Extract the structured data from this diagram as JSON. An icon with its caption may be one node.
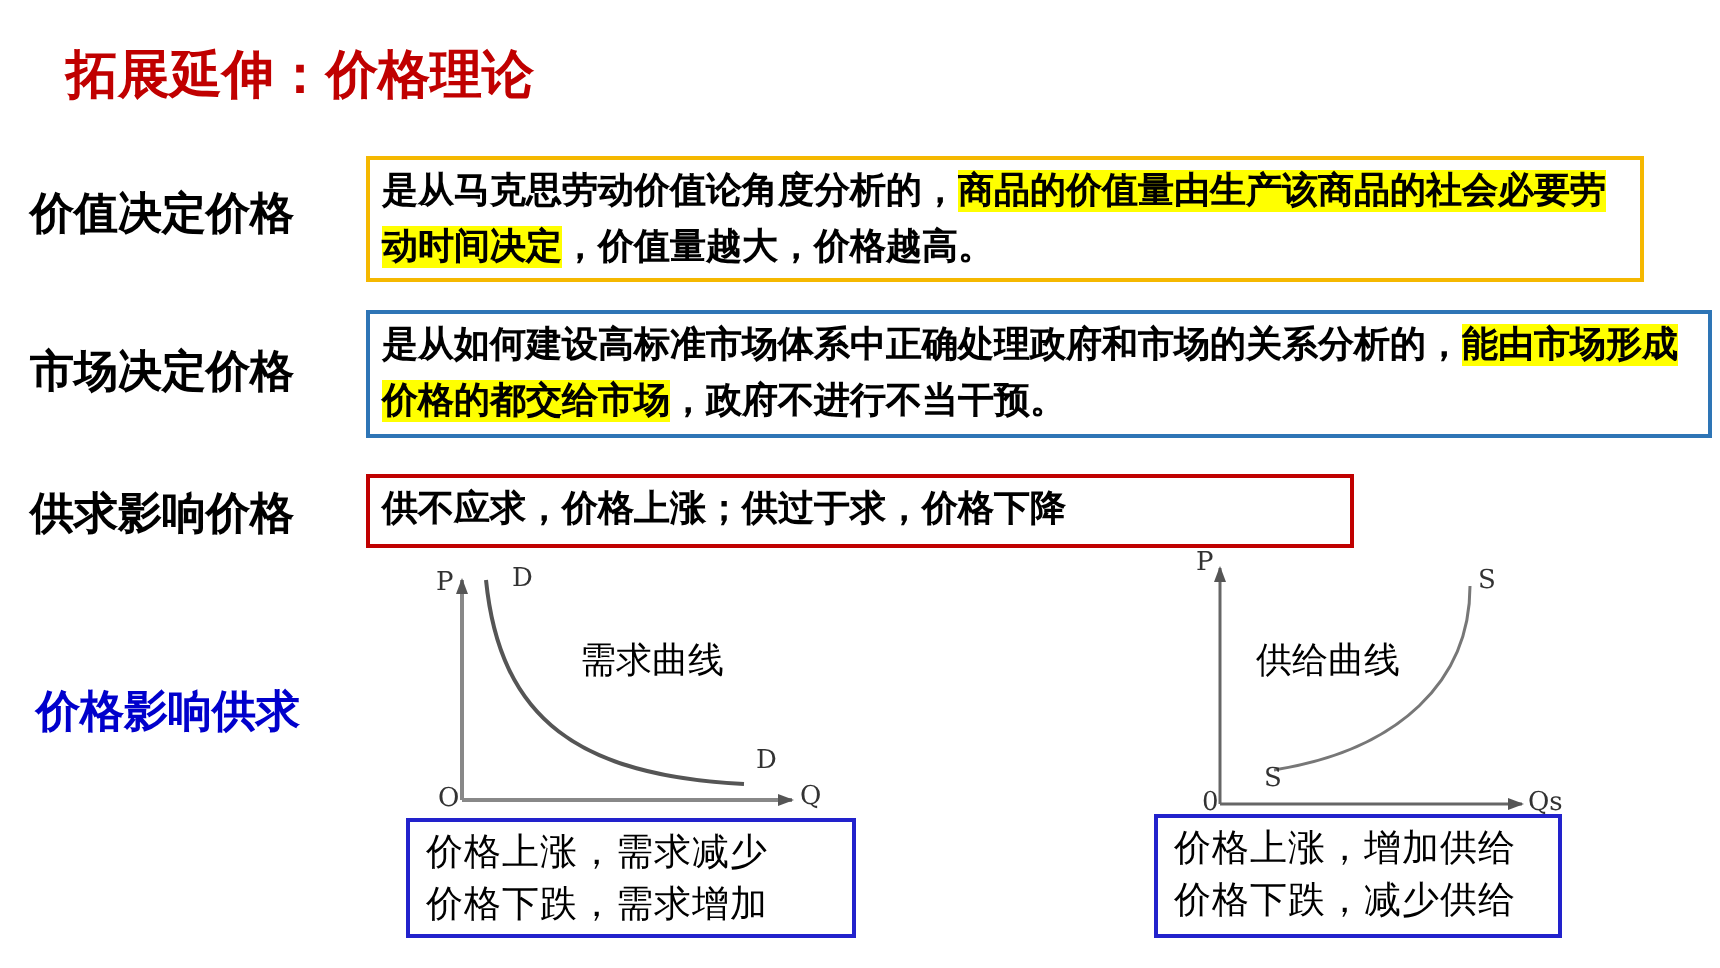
{
  "diagram": {
    "title": "拓展延伸：价格理论",
    "nodes": [
      {
        "text": [
          "是从马克思劳动价值论角度分析的，**商品的价值量由生产该商品的社会必要劳动时间决定**，价值量越大，价格越高。"
        ]
      },
      {
        "text": [
          "是从如何建设高标准市场体系中正确处理政府和市场的关系分析的，**能由市场形成价格的都交给市场**，政府不进行不当干预。"
        ]
      },
      {
        "text": [
          "供不应求，价格上涨；供过于求，价格下降"
        ]
      },
      {
        "text": [
          "价格上涨，需求减少",
          "价格下跌，需求增加"
        ]
      },
      {
        "text": [
          "价格上涨，增加供给",
          "价格下跌，减少供给"
        ]
      }
    ],
    "labels": [
      "价值决定价格",
      "市场决定价格",
      "供求影响价格",
      "价格影响供求",
      "P",
      "D",
      "需求曲线",
      "D",
      "O",
      "Q",
      "P",
      "S",
      "供给曲线",
      "S",
      "0",
      "Qs"
    ]
  }
}
